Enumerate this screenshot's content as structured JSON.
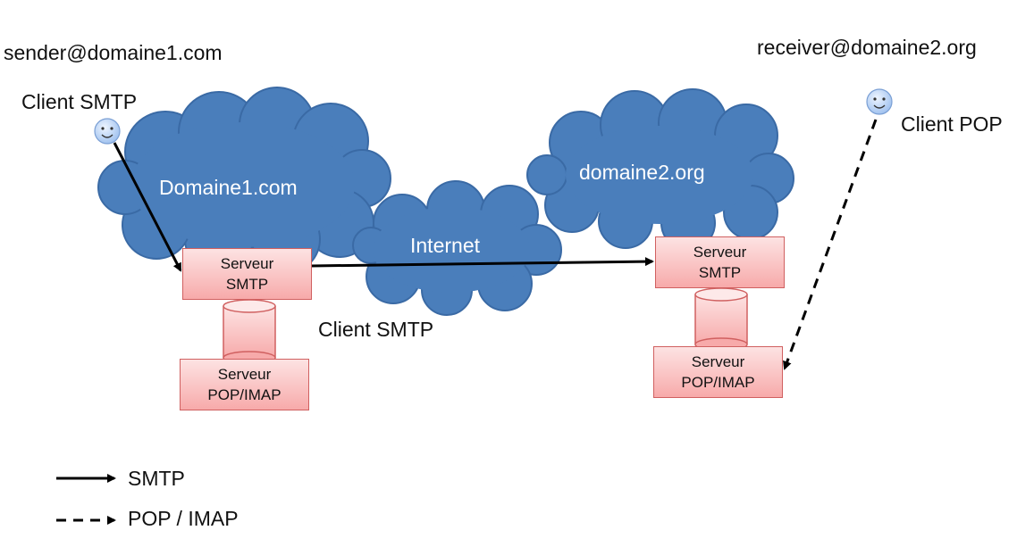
{
  "sender": {
    "address": "sender@domaine1.com",
    "client_label": "Client SMTP"
  },
  "receiver": {
    "address": "receiver@domaine2.org",
    "client_label": "Client POP"
  },
  "clouds": {
    "domain1": "Domaine1.com",
    "internet": "Internet",
    "domain2": "domaine2.org"
  },
  "left_servers": {
    "smtp_line1": "Serveur",
    "smtp_line2": "SMTP",
    "pop_line1": "Serveur",
    "pop_line2": "POP/IMAP"
  },
  "right_servers": {
    "smtp_line1": "Serveur",
    "smtp_line2": "SMTP",
    "pop_line1": "Serveur",
    "pop_line2": "POP/IMAP"
  },
  "relay_label": "Client SMTP",
  "legend": {
    "smtp": "SMTP",
    "pop_imap": "POP / IMAP"
  },
  "colors": {
    "cloud": "#4a7ebb",
    "cloud_edge": "#3a6aa5",
    "box_border": "#d06060",
    "face": "#aac8f0"
  },
  "icons": {
    "user": "smiley-icon"
  }
}
